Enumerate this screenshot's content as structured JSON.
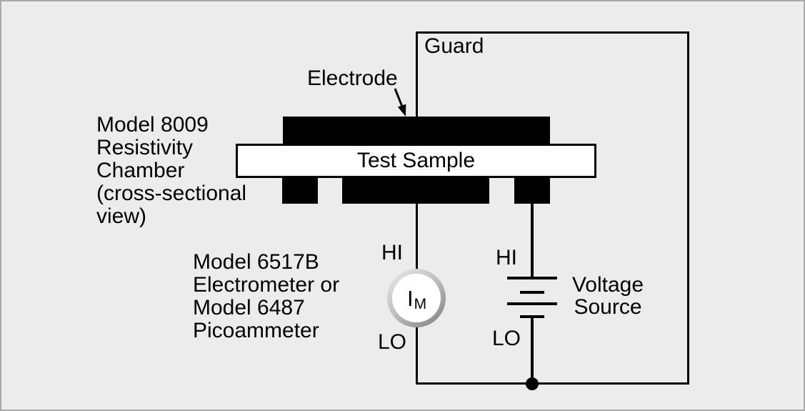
{
  "colors": {
    "background": "#ececec",
    "frame_border": "#a9a9a9",
    "line": "#000000",
    "ring_light": "#e4e4e4",
    "ring_dark": "#8a8a8a"
  },
  "diagram": {
    "guard_label": "Guard",
    "electrode_label": "Electrode",
    "test_sample_label": "Test Sample",
    "chamber_caption_lines": [
      "Model 8009",
      "Resistivity",
      "Chamber",
      "(cross-sectional",
      "view)"
    ],
    "instrument_caption_lines": [
      "Model 6517B",
      "Electrometer or",
      "Model 6487",
      "Picoammeter"
    ],
    "ammeter": {
      "symbol_main": "I",
      "symbol_sub": "M",
      "hi_label": "HI",
      "lo_label": "LO"
    },
    "voltage_source": {
      "hi_label": "HI",
      "lo_label": "LO",
      "caption_lines": [
        "Voltage",
        "Source"
      ]
    }
  }
}
